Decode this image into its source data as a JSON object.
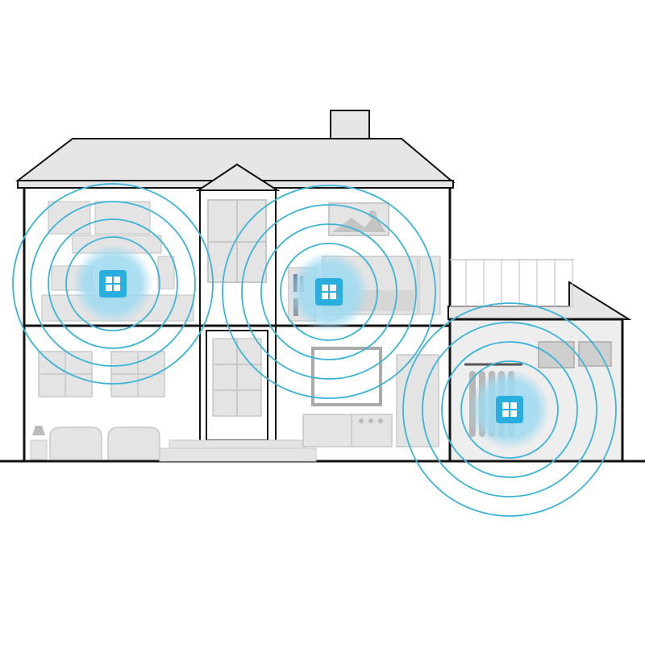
{
  "scene": "mesh-wifi-coverage-house",
  "colors": {
    "background": "#ffffff",
    "outline": "#111111",
    "wall_fill": "#ffffff",
    "roof_fill": "#e6e6e6",
    "furniture_fill": "#e4e4e4",
    "furniture_stroke": "#c8c8c8",
    "garage_fill": "#eeeeee",
    "signal_ring": "#3cb4d8",
    "glow": "#9fdaf0",
    "node": "#2aaee0",
    "node_icon": "#ffffff"
  },
  "icons": {
    "node": "mesh-node-icon",
    "house": "house-outline-icon",
    "signal": "signal-rings-icon"
  },
  "nodes": [
    {
      "id": "node-left-upstairs",
      "rings": 4
    },
    {
      "id": "node-center-upstairs",
      "rings": 4
    },
    {
      "id": "node-garage",
      "rings": 4
    }
  ]
}
